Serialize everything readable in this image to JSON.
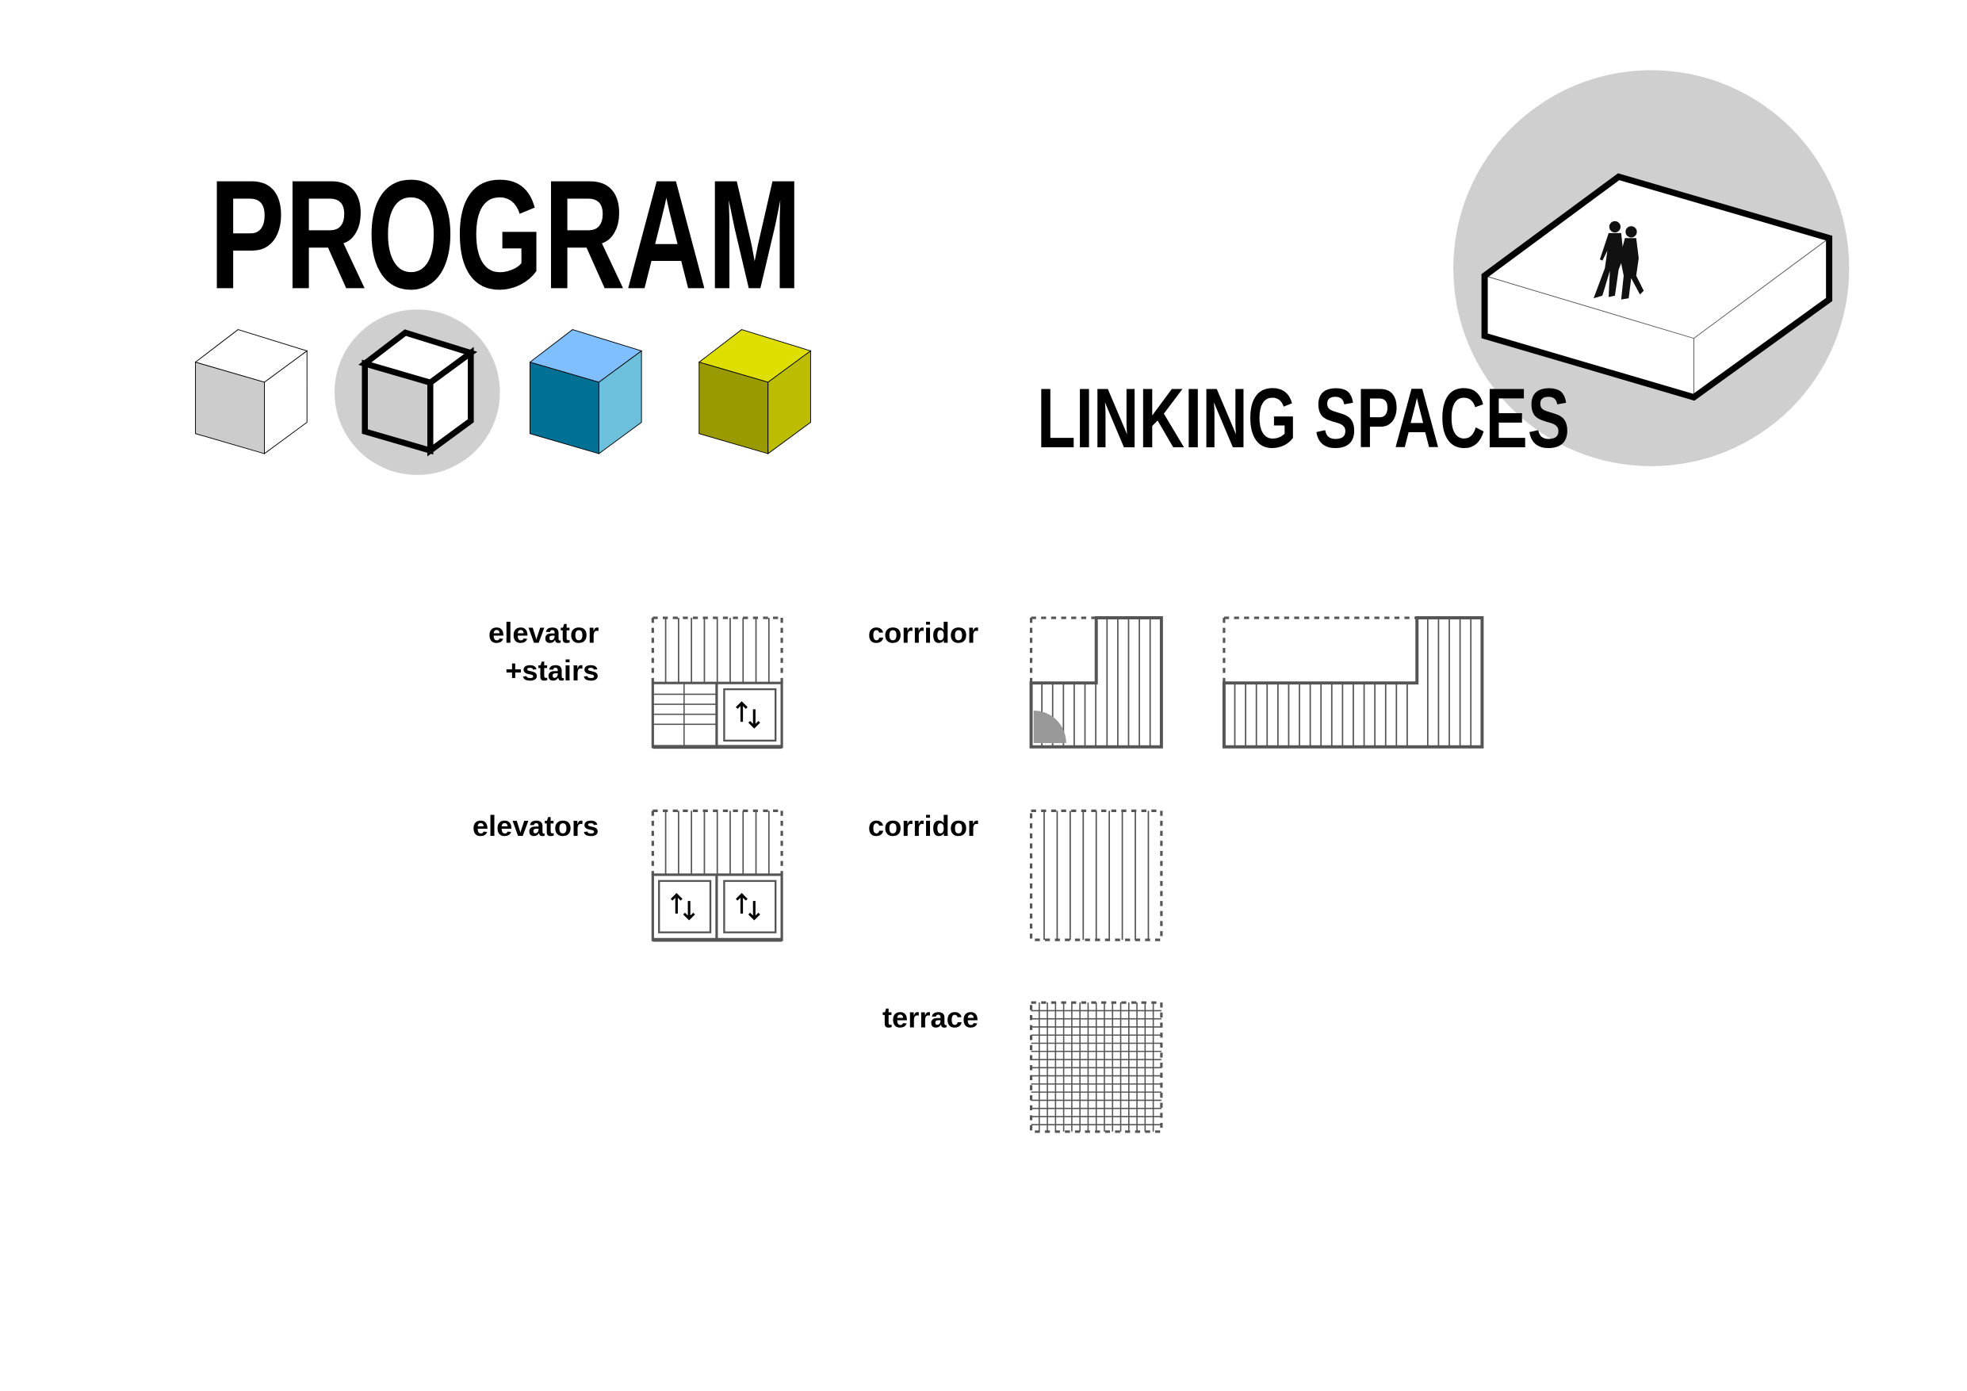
{
  "header": {
    "program_title": "PROGRAM",
    "linking_title": "LINKING SPACES"
  },
  "program_cubes": [
    {
      "name": "white-cube",
      "top": "#ffffff",
      "left": "#cccccc",
      "right": "#ffffff",
      "selected": false
    },
    {
      "name": "grey-cube",
      "top": "#ffffff",
      "left": "#cccccc",
      "right": "#ffffff",
      "selected": true
    },
    {
      "name": "blue-cube",
      "top": "#80bfff",
      "left": "#007095",
      "right": "#6cc0dc",
      "selected": false
    },
    {
      "name": "yellow-cube",
      "top": "#dede00",
      "left": "#999900",
      "right": "#bdbd00",
      "selected": false
    }
  ],
  "legend": {
    "elevator_stairs_line1": "elevator",
    "elevator_stairs_line2": "+stairs",
    "elevators": "elevators",
    "corridor_1": "corridor",
    "corridor_2": "corridor",
    "terrace": "terrace"
  },
  "colors": {
    "circle_fill": "#cfcfcf",
    "plan_stroke": "#555555"
  }
}
